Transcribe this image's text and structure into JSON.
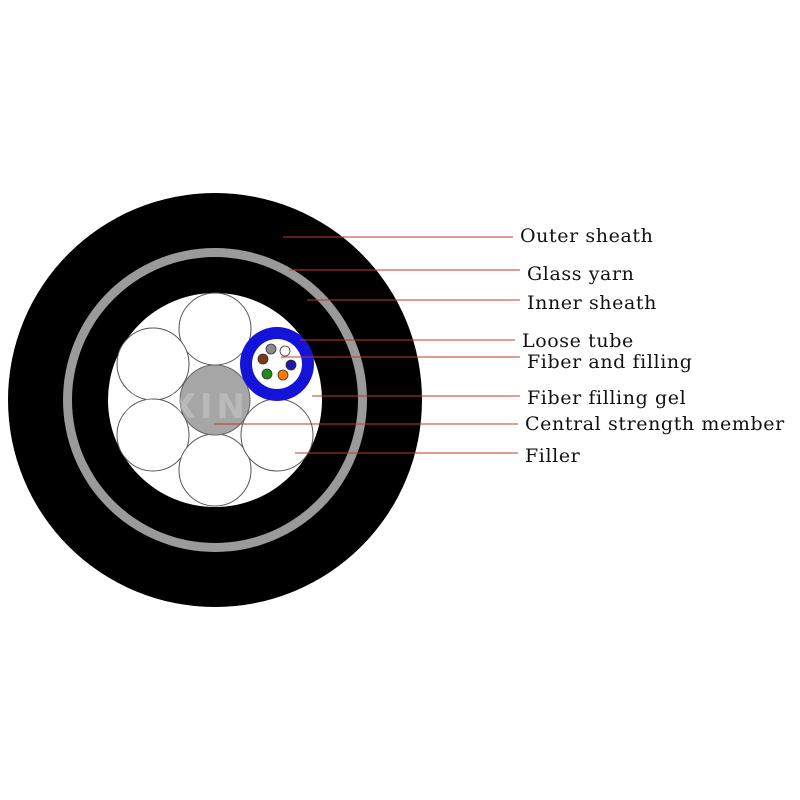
{
  "watermark": "KEXIN",
  "colors": {
    "outer_sheath": "#000000",
    "glass_yarn": "#9a9a9a",
    "inner_sheath": "#000000",
    "core_background": "#ffffff",
    "central_member": "#a6a6a6",
    "loose_tube": "#1414d8",
    "leader_line": "#c0392b",
    "fibers": [
      "#8a8a8a",
      "#ffffff",
      "#7a3b12",
      "#1a1aa8",
      "#1f8a1f",
      "#ff7a00"
    ]
  },
  "labels": [
    {
      "id": "outer-sheath",
      "text": "Outer sheath"
    },
    {
      "id": "glass-yarn",
      "text": "Glass yarn"
    },
    {
      "id": "inner-sheath",
      "text": "Inner sheath"
    },
    {
      "id": "loose-tube",
      "text": "Loose tube"
    },
    {
      "id": "fiber-and-filling",
      "text": "Fiber and filling"
    },
    {
      "id": "fiber-filling-gel",
      "text": "Fiber filling gel"
    },
    {
      "id": "central-strength-member",
      "text": "Central strength member"
    },
    {
      "id": "filler",
      "text": "Filler"
    }
  ]
}
